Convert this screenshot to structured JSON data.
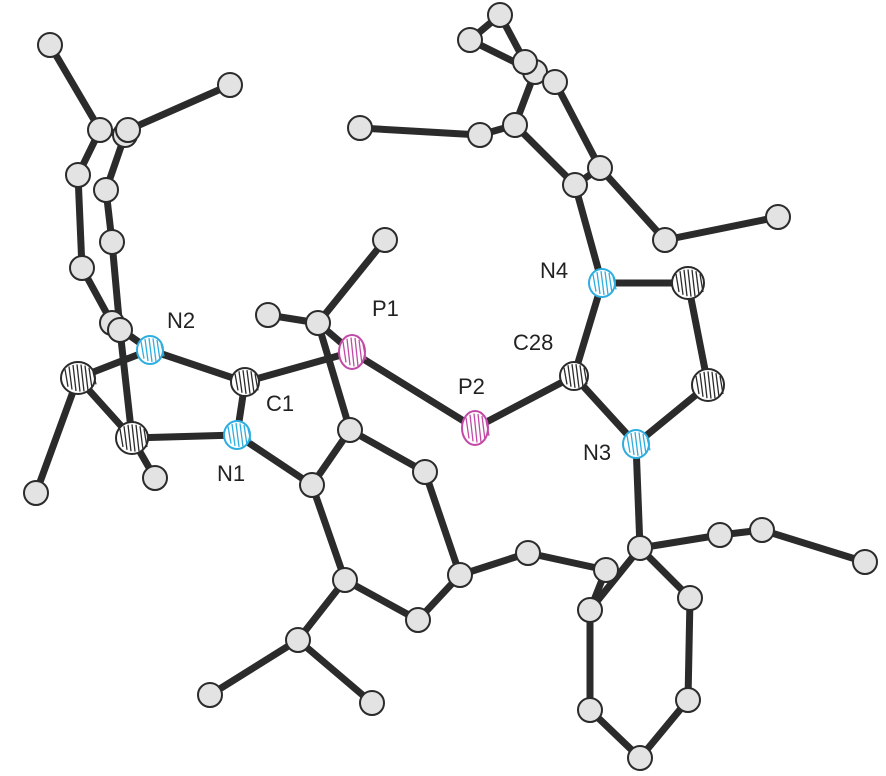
{
  "labels": {
    "p1": "P1",
    "p2": "P2",
    "n1": "N1",
    "n2": "N2",
    "n3": "N3",
    "n4": "N4",
    "c1": "C1",
    "c28": "C28"
  },
  "colors": {
    "phosphorus": "#c24aa6",
    "nitrogen": "#2eaee0",
    "carbon": "#e3e3e3",
    "bond": "#2b2b2b"
  }
}
